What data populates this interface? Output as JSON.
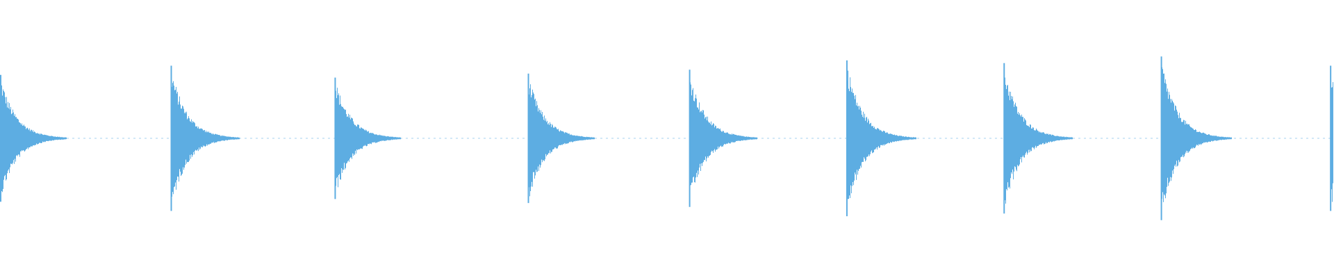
{
  "colors": {
    "background": "#ffffff",
    "waveform": "#5dade2"
  },
  "chart_data": {
    "type": "area",
    "title": "",
    "xlabel": "",
    "ylabel": "",
    "grid": false,
    "legend": "none",
    "ylim": [
      -1,
      1
    ],
    "xlim": [
      0,
      1
    ],
    "baseline": 0,
    "noise_floor_amplitude": 0.005,
    "series": [
      {
        "transients": [
          {
            "onset": 0.0,
            "peak_amplitude": 0.48,
            "decay": 0.012
          },
          {
            "onset": 0.128,
            "peak_amplitude": 0.55,
            "decay": 0.012
          },
          {
            "onset": 0.251,
            "peak_amplitude": 0.46,
            "decay": 0.012
          },
          {
            "onset": 0.396,
            "peak_amplitude": 0.49,
            "decay": 0.012
          },
          {
            "onset": 0.517,
            "peak_amplitude": 0.52,
            "decay": 0.012
          },
          {
            "onset": 0.635,
            "peak_amplitude": 0.59,
            "decay": 0.012
          },
          {
            "onset": 0.753,
            "peak_amplitude": 0.57,
            "decay": 0.012
          },
          {
            "onset": 0.871,
            "peak_amplitude": 0.62,
            "decay": 0.012
          },
          {
            "onset": 0.998,
            "peak_amplitude": 0.55,
            "decay": 0.012
          }
        ]
      }
    ]
  }
}
